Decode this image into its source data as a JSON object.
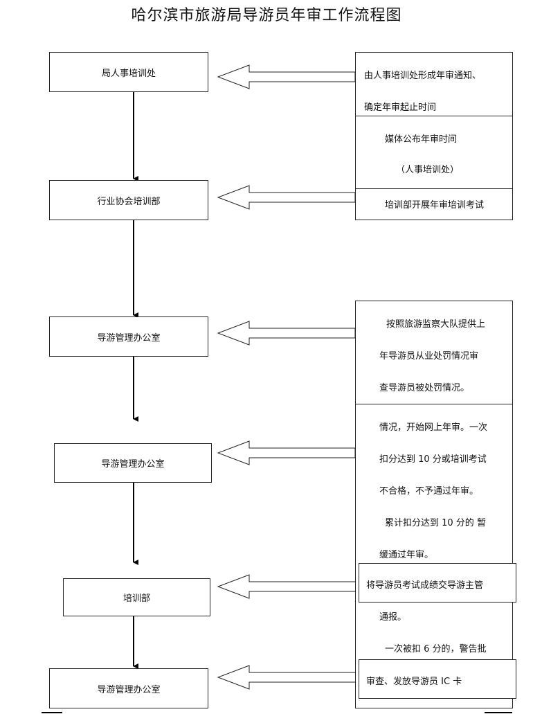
{
  "title": "哈尔滨市旅游局导游员年审工作流程图",
  "left_boxes": [
    {
      "label": "局人事培训处"
    },
    {
      "label": "行业协会培训部"
    },
    {
      "label": "导游管理办公室"
    },
    {
      "label": "导游管理办公室"
    },
    {
      "label": "培训部"
    },
    {
      "label": "导游管理办公室"
    }
  ],
  "right_boxes": [
    {
      "lines": [
        "由人事培训处形成年审通知、",
        "确定年审起止时间"
      ]
    },
    {
      "lines": [
        "媒体公布年审时间",
        "（人事培训处）"
      ]
    },
    {
      "lines": [
        "培训部开展年审培训考试"
      ]
    },
    {
      "lines": [
        "按照旅游监察大队提供上",
        "年导游员从业处罚情况审",
        "查导游员被处罚情况。"
      ]
    },
    {
      "lines": [
        "情况，开始网上年审。一次",
        "扣分达到 10 分或培训考试",
        "不合格，不予通过年审。",
        "累计扣分达到 10 分的 暂",
        "缓通过年审。",
        "通报。",
        "一次被扣 6 分的，警告批"
      ]
    },
    {
      "lines": [
        "将导游员考试成绩交导游主管"
      ]
    },
    {
      "lines": [
        "审查、发放导游员 IC 卡"
      ]
    }
  ]
}
